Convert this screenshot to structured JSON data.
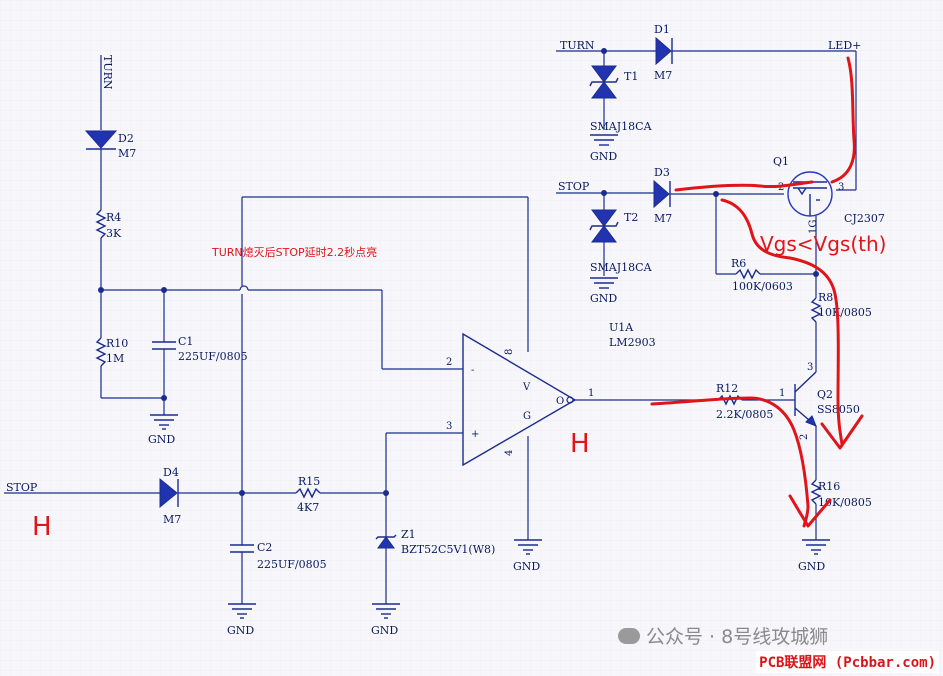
{
  "annotation": {
    "note": "TURN熄灭后STOP延时2.2秒点亮",
    "vgs": "Vgs<Vgs(th)",
    "h_stop": "H",
    "h_out": "H"
  },
  "nets": {
    "turn_left": "TURN",
    "turn_right": "TURN",
    "stop_left": "STOP",
    "stop_right": "STOP",
    "led": "LED+"
  },
  "gnd": "GND",
  "parts": {
    "d1": {
      "ref": "D1",
      "val": "M7"
    },
    "d2": {
      "ref": "D2",
      "val": "M7"
    },
    "d3": {
      "ref": "D3",
      "val": "M7"
    },
    "d4": {
      "ref": "D4",
      "val": "M7"
    },
    "t1": {
      "ref": "T1",
      "val": "SMAJ18CA"
    },
    "t2": {
      "ref": "T2",
      "val": "SMAJ18CA"
    },
    "r4": {
      "ref": "R4",
      "val": "3K"
    },
    "r10": {
      "ref": "R10",
      "val": "1M"
    },
    "c1": {
      "ref": "C1",
      "val": "225UF/0805"
    },
    "c2": {
      "ref": "C2",
      "val": "225UF/0805"
    },
    "r15": {
      "ref": "R15",
      "val": "4K7"
    },
    "z1": {
      "ref": "Z1",
      "val": "BZT52C5V1(W8)"
    },
    "u1": {
      "ref": "U1A",
      "val": "LM2903"
    },
    "q1": {
      "ref": "Q1",
      "val": "CJ2307"
    },
    "r6": {
      "ref": "R6",
      "val": "100K/0603"
    },
    "r8": {
      "ref": "R8",
      "val": "10K/0805"
    },
    "r12": {
      "ref": "R12",
      "val": "2.2K/0805"
    },
    "q2": {
      "ref": "Q2",
      "val": "SS8050"
    },
    "r16": {
      "ref": "R16",
      "val": "10K/0805"
    }
  },
  "pins": {
    "minus": "-",
    "plus": "+",
    "v": "V",
    "g": "G",
    "o": "O",
    "p1": "1",
    "p2": "2",
    "p3": "3",
    "p4": "4",
    "p8": "8"
  },
  "watermark": {
    "text": "公众号 · 8号线攻城狮",
    "site": "PCB联盟网 (Pcbbar.com)"
  }
}
